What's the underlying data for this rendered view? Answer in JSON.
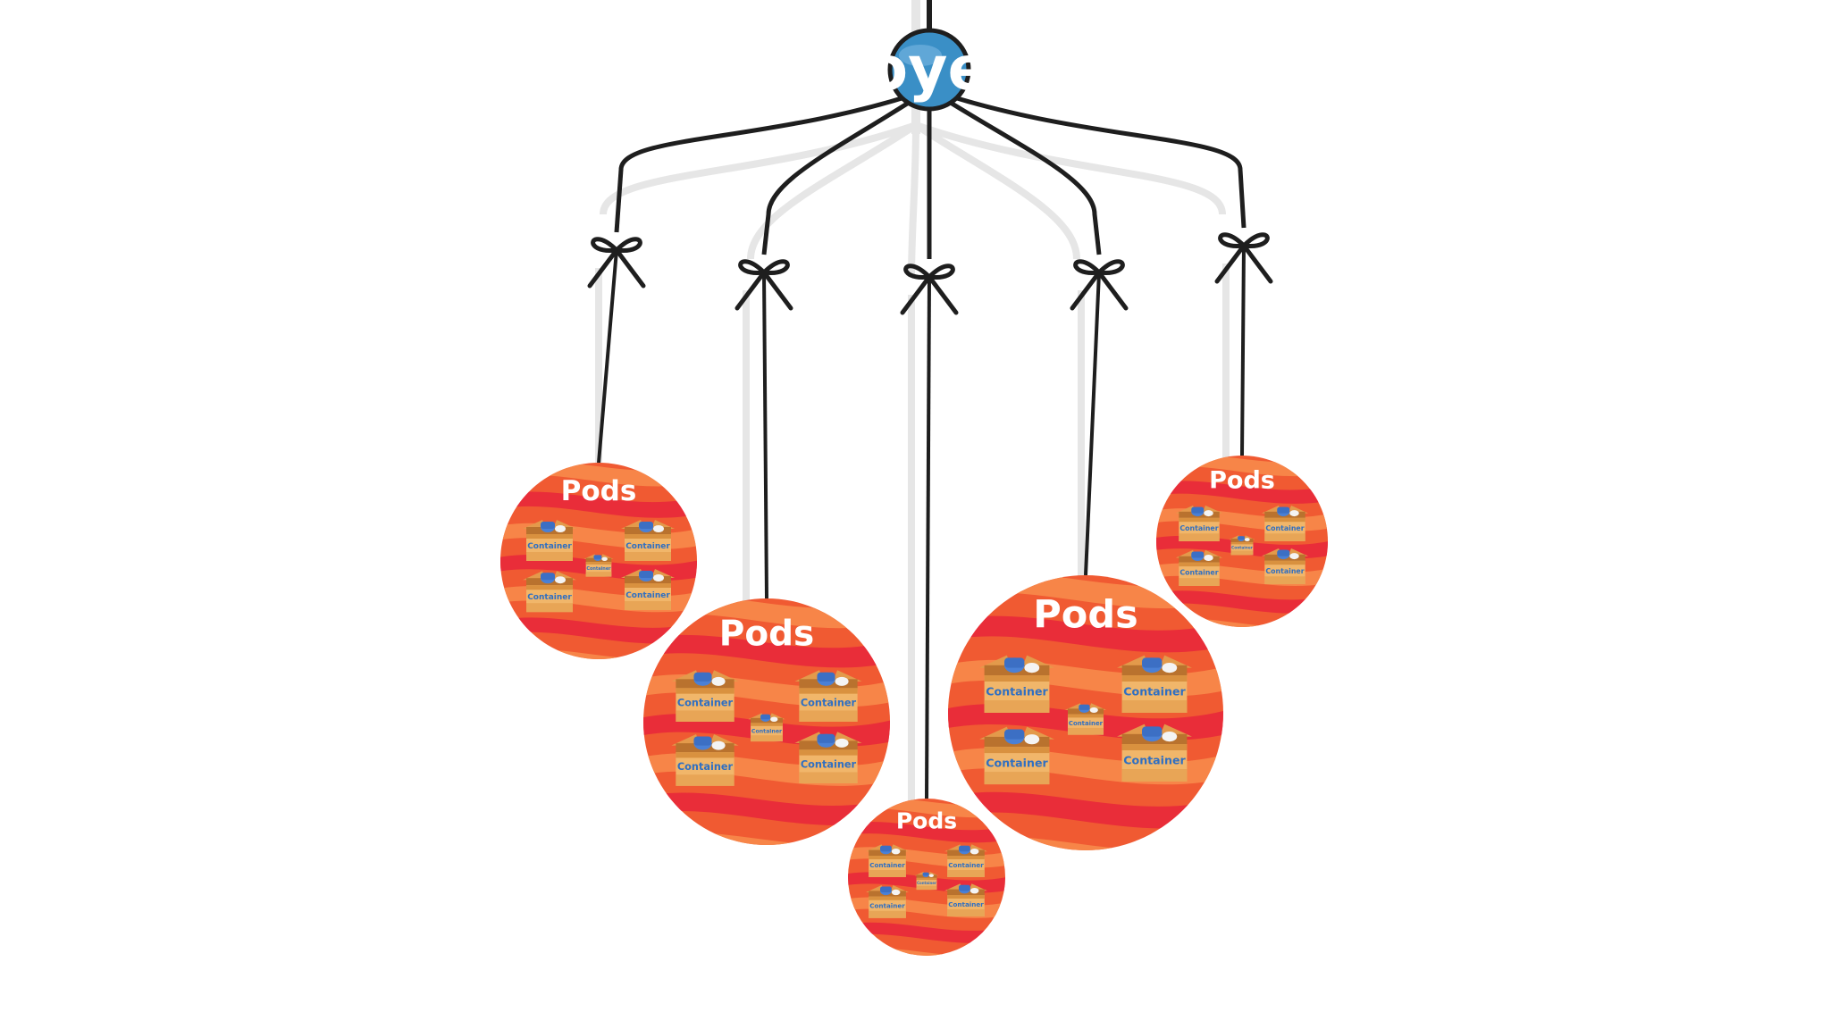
{
  "hub": {
    "label": "oye",
    "icon": "hub-knob-icon"
  },
  "pods": [
    {
      "title": "Pods",
      "container_label": "Container",
      "containers": 5
    },
    {
      "title": "Pods",
      "container_label": "Container",
      "containers": 5
    },
    {
      "title": "Pods",
      "container_label": "Container",
      "containers": 5
    },
    {
      "title": "Pods",
      "container_label": "Container",
      "containers": 5
    },
    {
      "title": "Pods",
      "container_label": "Container",
      "containers": 5
    }
  ],
  "colors": {
    "ornament_base": "#f05a32",
    "ornament_stripe_dark": "#e8283a",
    "ornament_stripe_light": "#f78a4a",
    "string": "#1e1e1e",
    "string_shadow": "#e6e6e6",
    "hub": "#3a8fc6",
    "box": "#f1b66a",
    "box_dark": "#d9913f",
    "label": "#2f6fc2"
  }
}
